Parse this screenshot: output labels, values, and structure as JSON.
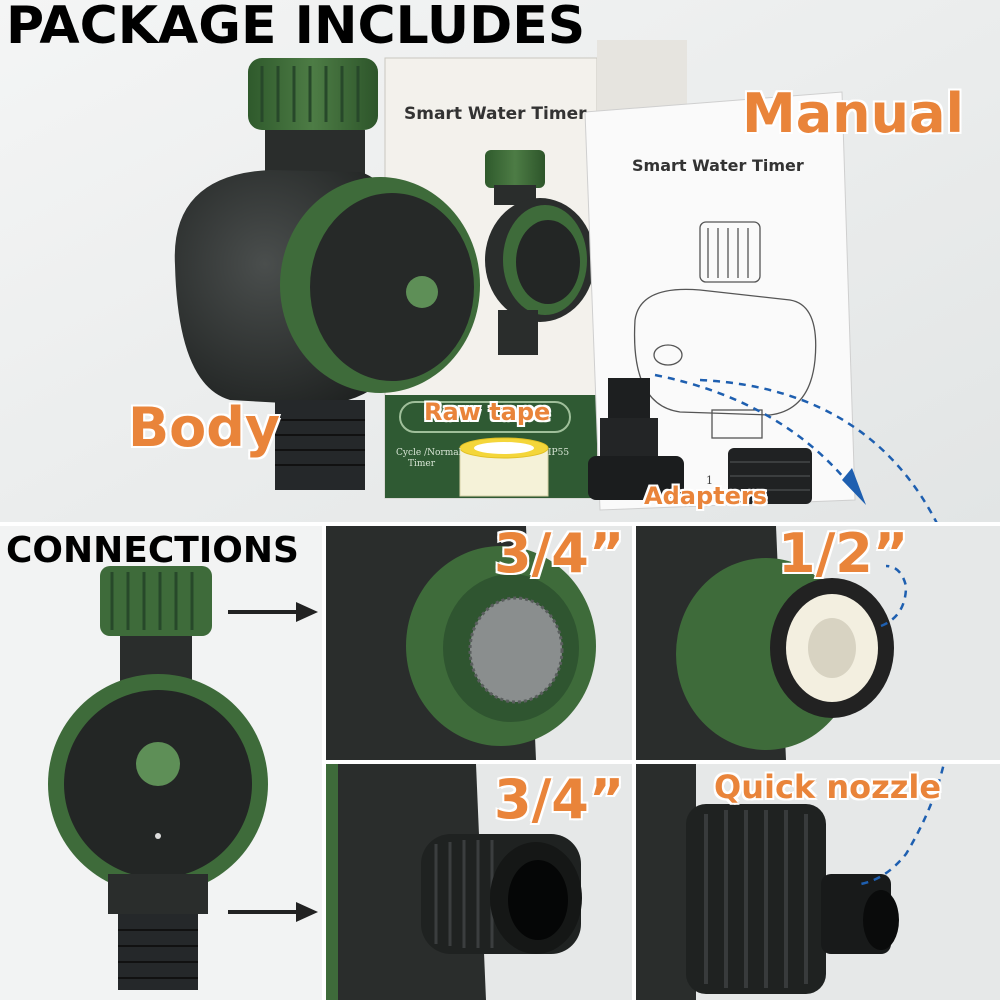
{
  "header": {
    "title": "PACKAGE INCLUDES"
  },
  "labels": {
    "body": "Body",
    "raw_tape": "Raw tape",
    "manual": "Manual",
    "adapters": "Adapters"
  },
  "box": {
    "title": "Smart Water Timer",
    "bottom_left": "Cycle /Normal",
    "bottom_left2": "Timer",
    "bottom_right": "IP55"
  },
  "manual_sheet": {
    "title": "Smart Water Timer",
    "page_number": "1"
  },
  "connections": {
    "title": "CONNECTIONS",
    "top_left": "3/4”",
    "top_right": "1/2”",
    "bottom_left": "3/4”",
    "bottom_right": "Quick nozzle"
  },
  "colors": {
    "accent": "#E9843A",
    "device_green": "#3E6B3A",
    "device_dark": "#2A2D2C",
    "arrow_blue": "#1E5FB0"
  }
}
